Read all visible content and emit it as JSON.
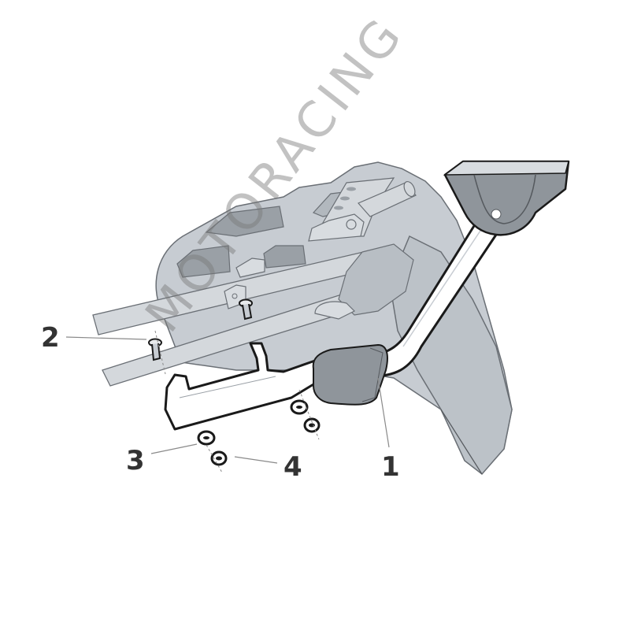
{
  "diagram": {
    "type": "exploded-assembly",
    "subject": "motorcycle rear rack mounting kit",
    "colors": {
      "background": "#ffffff",
      "frame_fill": "#c7ccd2",
      "frame_dark": "#9aa0a6",
      "frame_shadow": "#7f858b",
      "outline": "#1a1a1a",
      "thin_outline": "#5a5e63",
      "rack_fill": "#ffffff",
      "label_color": "#333333",
      "leader_line": "#8a8a8a"
    },
    "callouts": [
      {
        "id": "1",
        "label": "1",
        "part": "rack bracket arm with top mounting plate"
      },
      {
        "id": "2",
        "label": "2",
        "part": "mounting bolt"
      },
      {
        "id": "3",
        "label": "3",
        "part": "washer"
      },
      {
        "id": "4",
        "label": "4",
        "part": "nut"
      }
    ],
    "watermark": "MOTORACING"
  }
}
